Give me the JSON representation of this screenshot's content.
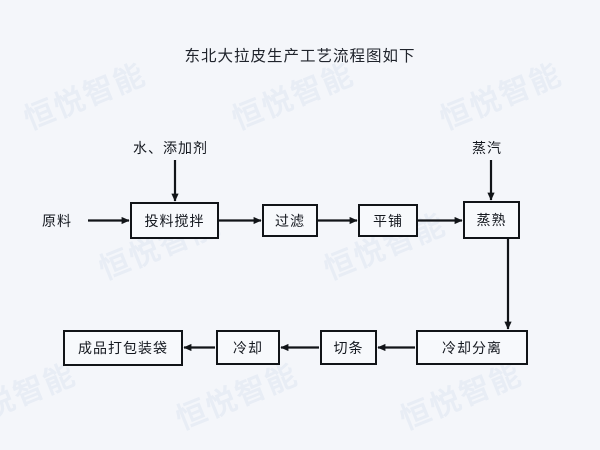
{
  "page": {
    "title": "东北大拉皮生产工艺流程图如下",
    "background_color": "#f4f6fa",
    "line_color": "#111418",
    "text_color": "#14181f",
    "watermark_text": "恒悦智能",
    "watermark_color": "#dfe6f1"
  },
  "diagram": {
    "type": "process-flowchart",
    "input_labels": [
      {
        "id": "raw-material",
        "text": "原料"
      },
      {
        "id": "water-additive",
        "text": "水、添加剂"
      },
      {
        "id": "steam",
        "text": "蒸汽"
      }
    ],
    "nodes": [
      {
        "id": "feed-mix",
        "text": "投料搅拌",
        "row": "top",
        "order": 1
      },
      {
        "id": "filter",
        "text": "过滤",
        "row": "top",
        "order": 2
      },
      {
        "id": "spread",
        "text": "平铺",
        "row": "top",
        "order": 3
      },
      {
        "id": "steam-cook",
        "text": "蒸熟",
        "row": "top",
        "order": 4
      },
      {
        "id": "cool-separate",
        "text": "冷却分离",
        "row": "bottom",
        "order": 5
      },
      {
        "id": "cut-strip",
        "text": "切条",
        "row": "bottom",
        "order": 6
      },
      {
        "id": "cool",
        "text": "冷却",
        "row": "bottom",
        "order": 7
      },
      {
        "id": "pack-bag",
        "text": "成品打包装袋",
        "row": "bottom",
        "order": 8
      }
    ],
    "edges": [
      {
        "from": "raw-material",
        "to": "feed-mix",
        "direction": "right"
      },
      {
        "from": "water-additive",
        "to": "feed-mix",
        "direction": "down"
      },
      {
        "from": "feed-mix",
        "to": "filter",
        "direction": "right"
      },
      {
        "from": "filter",
        "to": "spread",
        "direction": "right"
      },
      {
        "from": "spread",
        "to": "steam-cook",
        "direction": "right"
      },
      {
        "from": "steam",
        "to": "steam-cook",
        "direction": "down"
      },
      {
        "from": "steam-cook",
        "to": "cool-separate",
        "direction": "down"
      },
      {
        "from": "cool-separate",
        "to": "cut-strip",
        "direction": "left"
      },
      {
        "from": "cut-strip",
        "to": "cool",
        "direction": "left"
      },
      {
        "from": "cool",
        "to": "pack-bag",
        "direction": "left"
      }
    ]
  }
}
